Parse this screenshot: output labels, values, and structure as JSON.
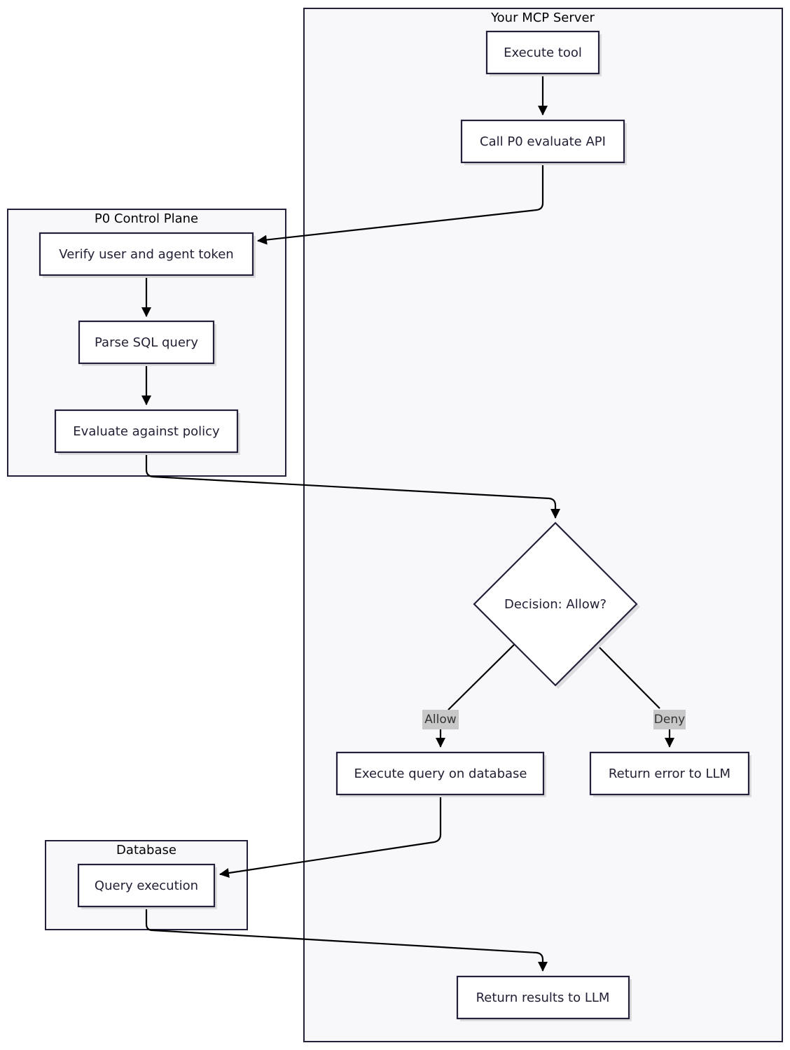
{
  "clusters": {
    "mcp_server": "Your MCP Server",
    "control_plane": "P0 Control Plane",
    "database": "Database"
  },
  "nodes": {
    "execute_tool": "Execute tool",
    "call_api": "Call P0 evaluate API",
    "verify_token": "Verify user and agent token",
    "parse_sql": "Parse SQL query",
    "evaluate_policy": "Evaluate against policy",
    "decision": "Decision: Allow?",
    "execute_query": "Execute query on database",
    "return_error": "Return error to LLM",
    "query_execution": "Query execution",
    "return_results": "Return results to LLM"
  },
  "edge_labels": {
    "allow": "Allow",
    "deny": "Deny"
  }
}
